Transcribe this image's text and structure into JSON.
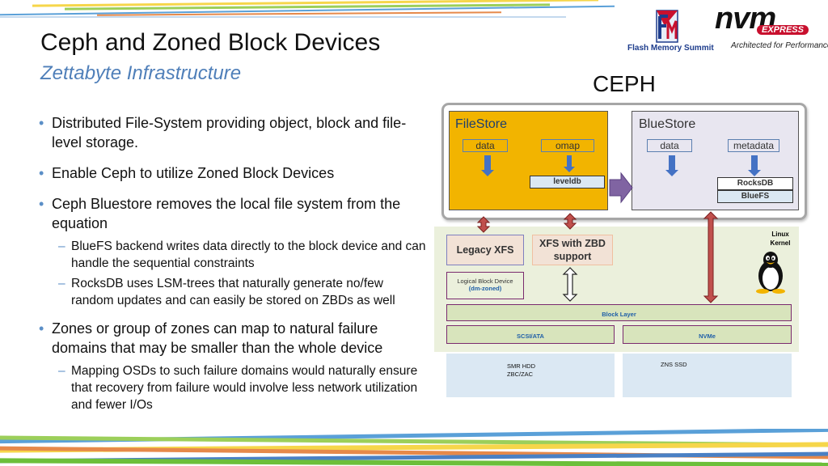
{
  "slide": {
    "title": "Ceph and Zoned Block Devices",
    "subtitle": "Zettabyte Infrastructure",
    "logos": {
      "fms_text": "Flash Memory Summit",
      "nvm_text": "nvm",
      "express_text": "EXPRESS",
      "nvm_tagline": "Architected for Performance"
    },
    "bullets": [
      {
        "text": "Distributed File-System providing object, block and file-level storage.",
        "sub": []
      },
      {
        "text": "Enable Ceph to utilize Zoned Block Devices",
        "sub": []
      },
      {
        "text": "Ceph Bluestore removes the local file system from the equation",
        "sub": [
          "BlueFS backend writes data directly to the block device and can handle the sequential constraints",
          "RocksDB uses LSM-trees that naturally generate no/few random updates and can easily be stored on ZBDs as well"
        ]
      },
      {
        "text": "Zones or group of zones can map to natural failure domains that may be smaller than the whole device",
        "sub": [
          "Mapping OSDs to such failure domains would naturally ensure that recovery from failure would involve less network utilization and fewer I/Os"
        ]
      }
    ]
  },
  "diagram": {
    "ceph_label": "CEPH",
    "filestore": {
      "title": "FileStore",
      "data": "data",
      "omap": "omap",
      "leveldb": "leveldb"
    },
    "bluestore": {
      "title": "BlueStore",
      "data": "data",
      "metadata": "metadata",
      "rocksdb": "RocksDB",
      "bluefs": "BlueFS"
    },
    "linux_kernel": "Linux Kernel",
    "legacy_xfs": "Legacy XFS",
    "xfs_zbd": "XFS with ZBD support",
    "logical_block_device": "Logical Block Device",
    "dm_zoned": "(dm-zoned)",
    "block_layer": "Block Layer",
    "scsi_ata": "SCSI/ATA",
    "nvme": "NVMe",
    "smr_hdd": "SMR HDD",
    "zbc_zac": "ZBC/ZAC",
    "zns_ssd": "ZNS SSD",
    "colors": {
      "filestore": "#f2b400",
      "bluestore": "#e8e6f0",
      "kernel_bg": "#ebf0dc",
      "layer_green": "#d8e4bc",
      "layer_border": "#7a2a6e",
      "device_bg": "#dbe8f3",
      "arrow_blue": "#4472c4",
      "arrow_red": "#c0504d",
      "arrow_purple": "#8064a2"
    }
  }
}
